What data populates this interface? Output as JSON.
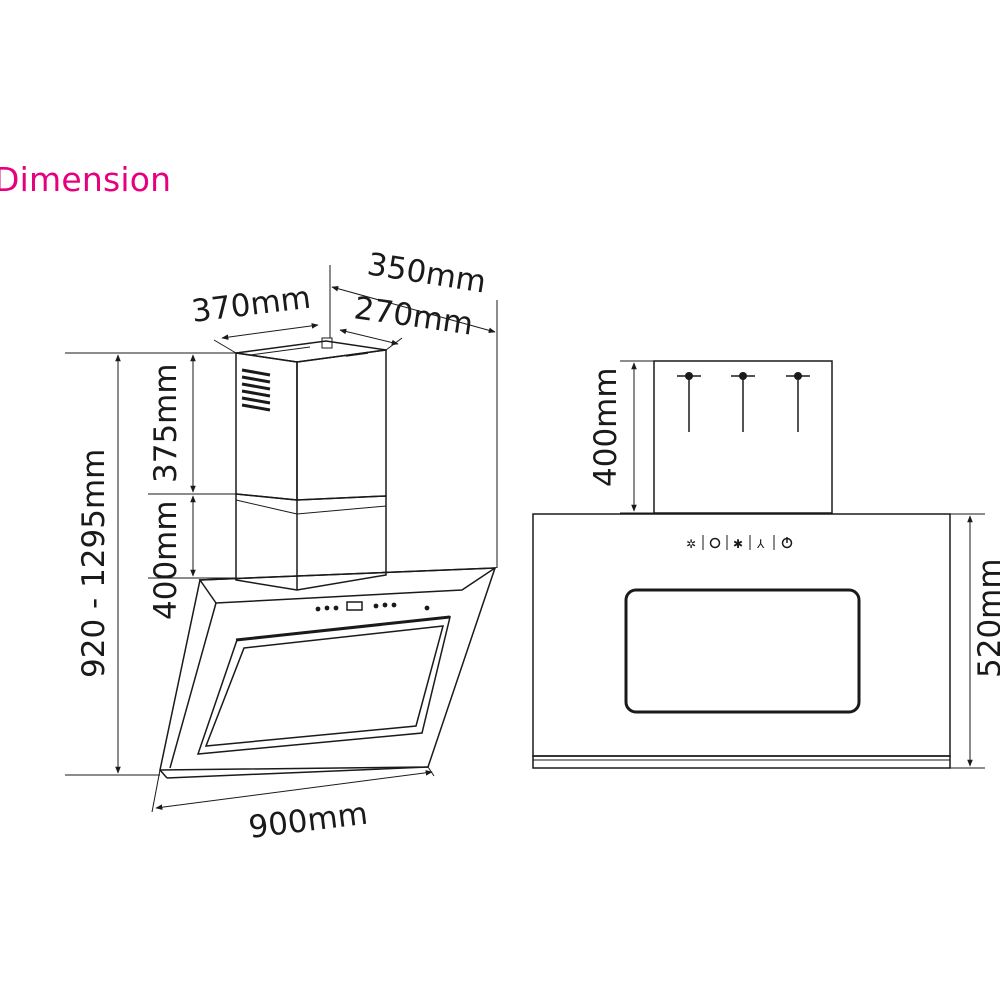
{
  "title": "Dimension",
  "side_view": {
    "chimney_depth_outer": "350mm",
    "chimney_width": "370mm",
    "chimney_depth_inner": "270mm",
    "upper_chimney_height": "375mm",
    "lower_chimney_height": "400mm",
    "total_height": "920 - 1295mm",
    "hood_width": "900mm"
  },
  "front_view": {
    "chimney_height": "400mm",
    "hood_height": "520mm"
  },
  "colors": {
    "title": "#e6007e",
    "lines": "#1a1a1a"
  }
}
